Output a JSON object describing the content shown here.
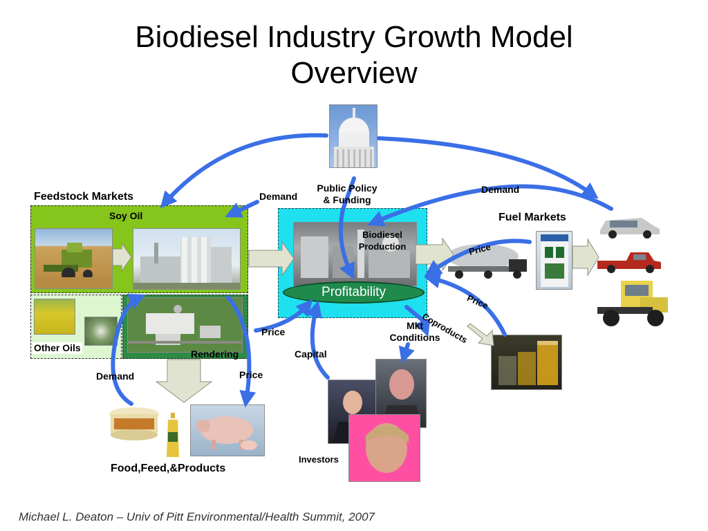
{
  "slide": {
    "title_line1": "Biodiesel Industry Growth Model",
    "title_line2": "Overview",
    "footer": "Michael L. Deaton – Univ of Pitt Environmental/Health Summit, 2007"
  },
  "labels": {
    "feedstock_markets": "Feedstock Markets",
    "soy_oil": "Soy Oil",
    "other_oils": "Other Oils",
    "rendering": "Rendering",
    "public_policy_line1": "Public Policy",
    "public_policy_line2": "& Funding",
    "demand_top_left": "Demand",
    "demand_top_right": "Demand",
    "demand_bottom_left": "Demand",
    "biodiesel_production_line1": "Biodiesel",
    "biodiesel_production_line2": "Production",
    "profitability": "Profitability",
    "fuel_markets": "Fuel Markets",
    "price_tanker": "Price",
    "price_coproducts": "Price",
    "coproducts": "Coproducts",
    "price_center": "Price",
    "price_bottom_left": "Price",
    "mkt_conditions_line1": "Mkt",
    "mkt_conditions_line2": "Conditions",
    "capital": "Capital",
    "investors": "Investors",
    "food_feed_products": "Food,Feed,&Products"
  },
  "colors": {
    "arrow_blue": "#3a6fe6",
    "feedstock_green": "#86c51b",
    "production_cyan": "#1ee0ef",
    "profitability_green": "#1f8a4c",
    "block_arrow_fill": "#dfe3cf"
  }
}
